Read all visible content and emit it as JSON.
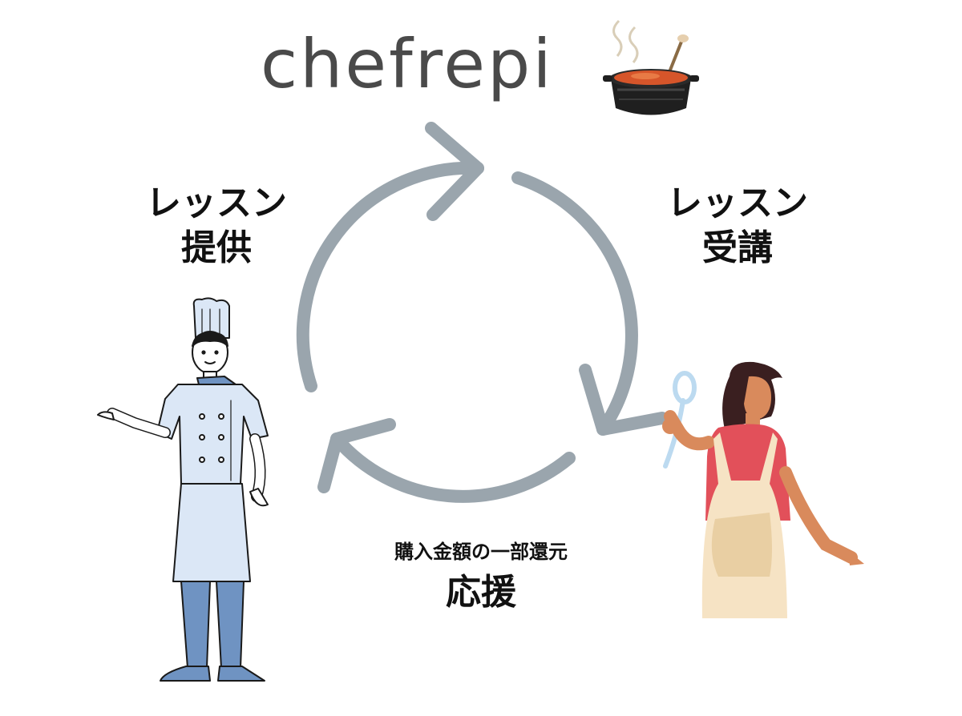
{
  "logo": {
    "text": "chefrepi"
  },
  "left_label": {
    "line1": "レッスン",
    "line2": "提供"
  },
  "right_label": {
    "line1": "レッスン",
    "line2": "受講"
  },
  "bottom_label": {
    "small": "購入金額の一部還元",
    "big": "応援"
  },
  "colors": {
    "cycle_arrow": "#9aa5ad",
    "logo_text": "#4a4a4a",
    "chef_coat": "#dbe7f6",
    "chef_pants": "#6f93c2",
    "woman_top": "#e2505a",
    "woman_apron": "#f6e3c4",
    "skin_tone": "#d98a5c"
  },
  "icons": [
    "cooking-pot-icon",
    "chef-illustration",
    "woman-cook-illustration",
    "ladle-icon"
  ]
}
